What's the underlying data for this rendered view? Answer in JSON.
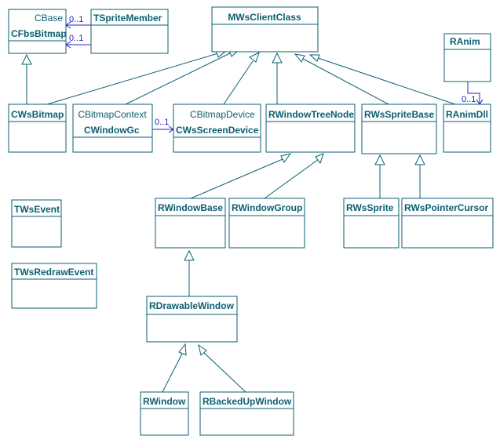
{
  "classes": {
    "cbase_cfbsbitmap": {
      "name": "CFbsBitmap",
      "super": "CBase"
    },
    "tspritemember": {
      "name": "TSpriteMember"
    },
    "mwsclientclass": {
      "name": "MWsClientClass"
    },
    "ranim": {
      "name": "RAnim"
    },
    "cwsbitmap": {
      "name": "CWsBitmap"
    },
    "cwindowgc": {
      "name": "CWindowGc",
      "super": "CBitmapContext"
    },
    "cwsscreendevice": {
      "name": "CWsScreenDevice",
      "super": "CBitmapDevice"
    },
    "rwindowtreenode": {
      "name": "RWindowTreeNode"
    },
    "rwsspritebase": {
      "name": "RWsSpriteBase"
    },
    "ranimdll": {
      "name": "RAnimDll"
    },
    "twsevent": {
      "name": "TWsEvent"
    },
    "rwindowbase": {
      "name": "RWindowBase"
    },
    "rwindowgroup": {
      "name": "RWindowGroup"
    },
    "rwssprite": {
      "name": "RWsSprite"
    },
    "rwspointercursor": {
      "name": "RWsPointerCursor"
    },
    "twsredrawevent": {
      "name": "TWsRedrawEvent"
    },
    "rdrawablewindow": {
      "name": "RDrawableWindow"
    },
    "rwindow": {
      "name": "RWindow"
    },
    "rbackedupwindow": {
      "name": "RBackedUpWindow"
    }
  },
  "multiplicities": {
    "sprite_to_bitmap_1": "0..1",
    "sprite_to_bitmap_2": "0..1",
    "gc_to_screendevice": "0..1",
    "ranim_to_ranimdll": "0..1"
  }
}
